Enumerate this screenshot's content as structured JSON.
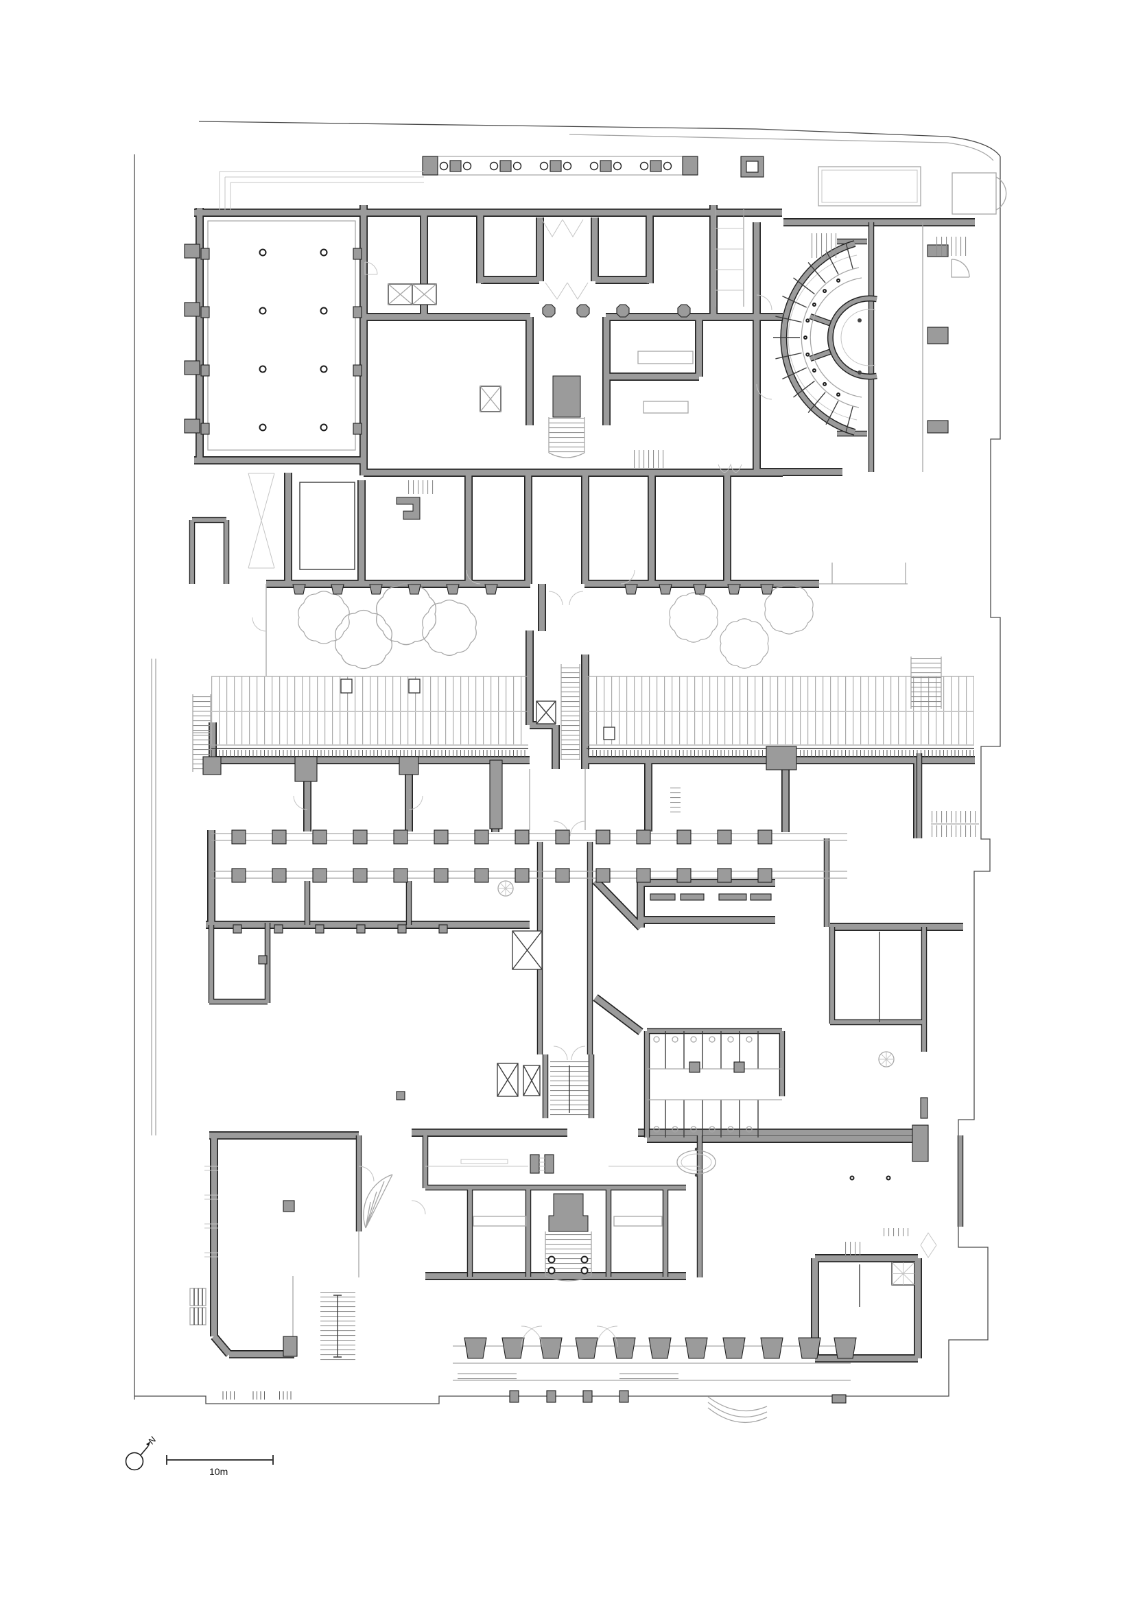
{
  "drawing": {
    "kind": "architectural-floor-plan",
    "scale_bar": {
      "label": "10m"
    },
    "north_arrow": {
      "label": "N"
    },
    "colors": {
      "wall_fill": "#9b9b9b",
      "wall_outline": "#232323",
      "detail_line": "#a6a6a6",
      "faint_line": "#c4c4c4",
      "dark_line": "#3c3c3c",
      "background": "#ffffff"
    }
  }
}
